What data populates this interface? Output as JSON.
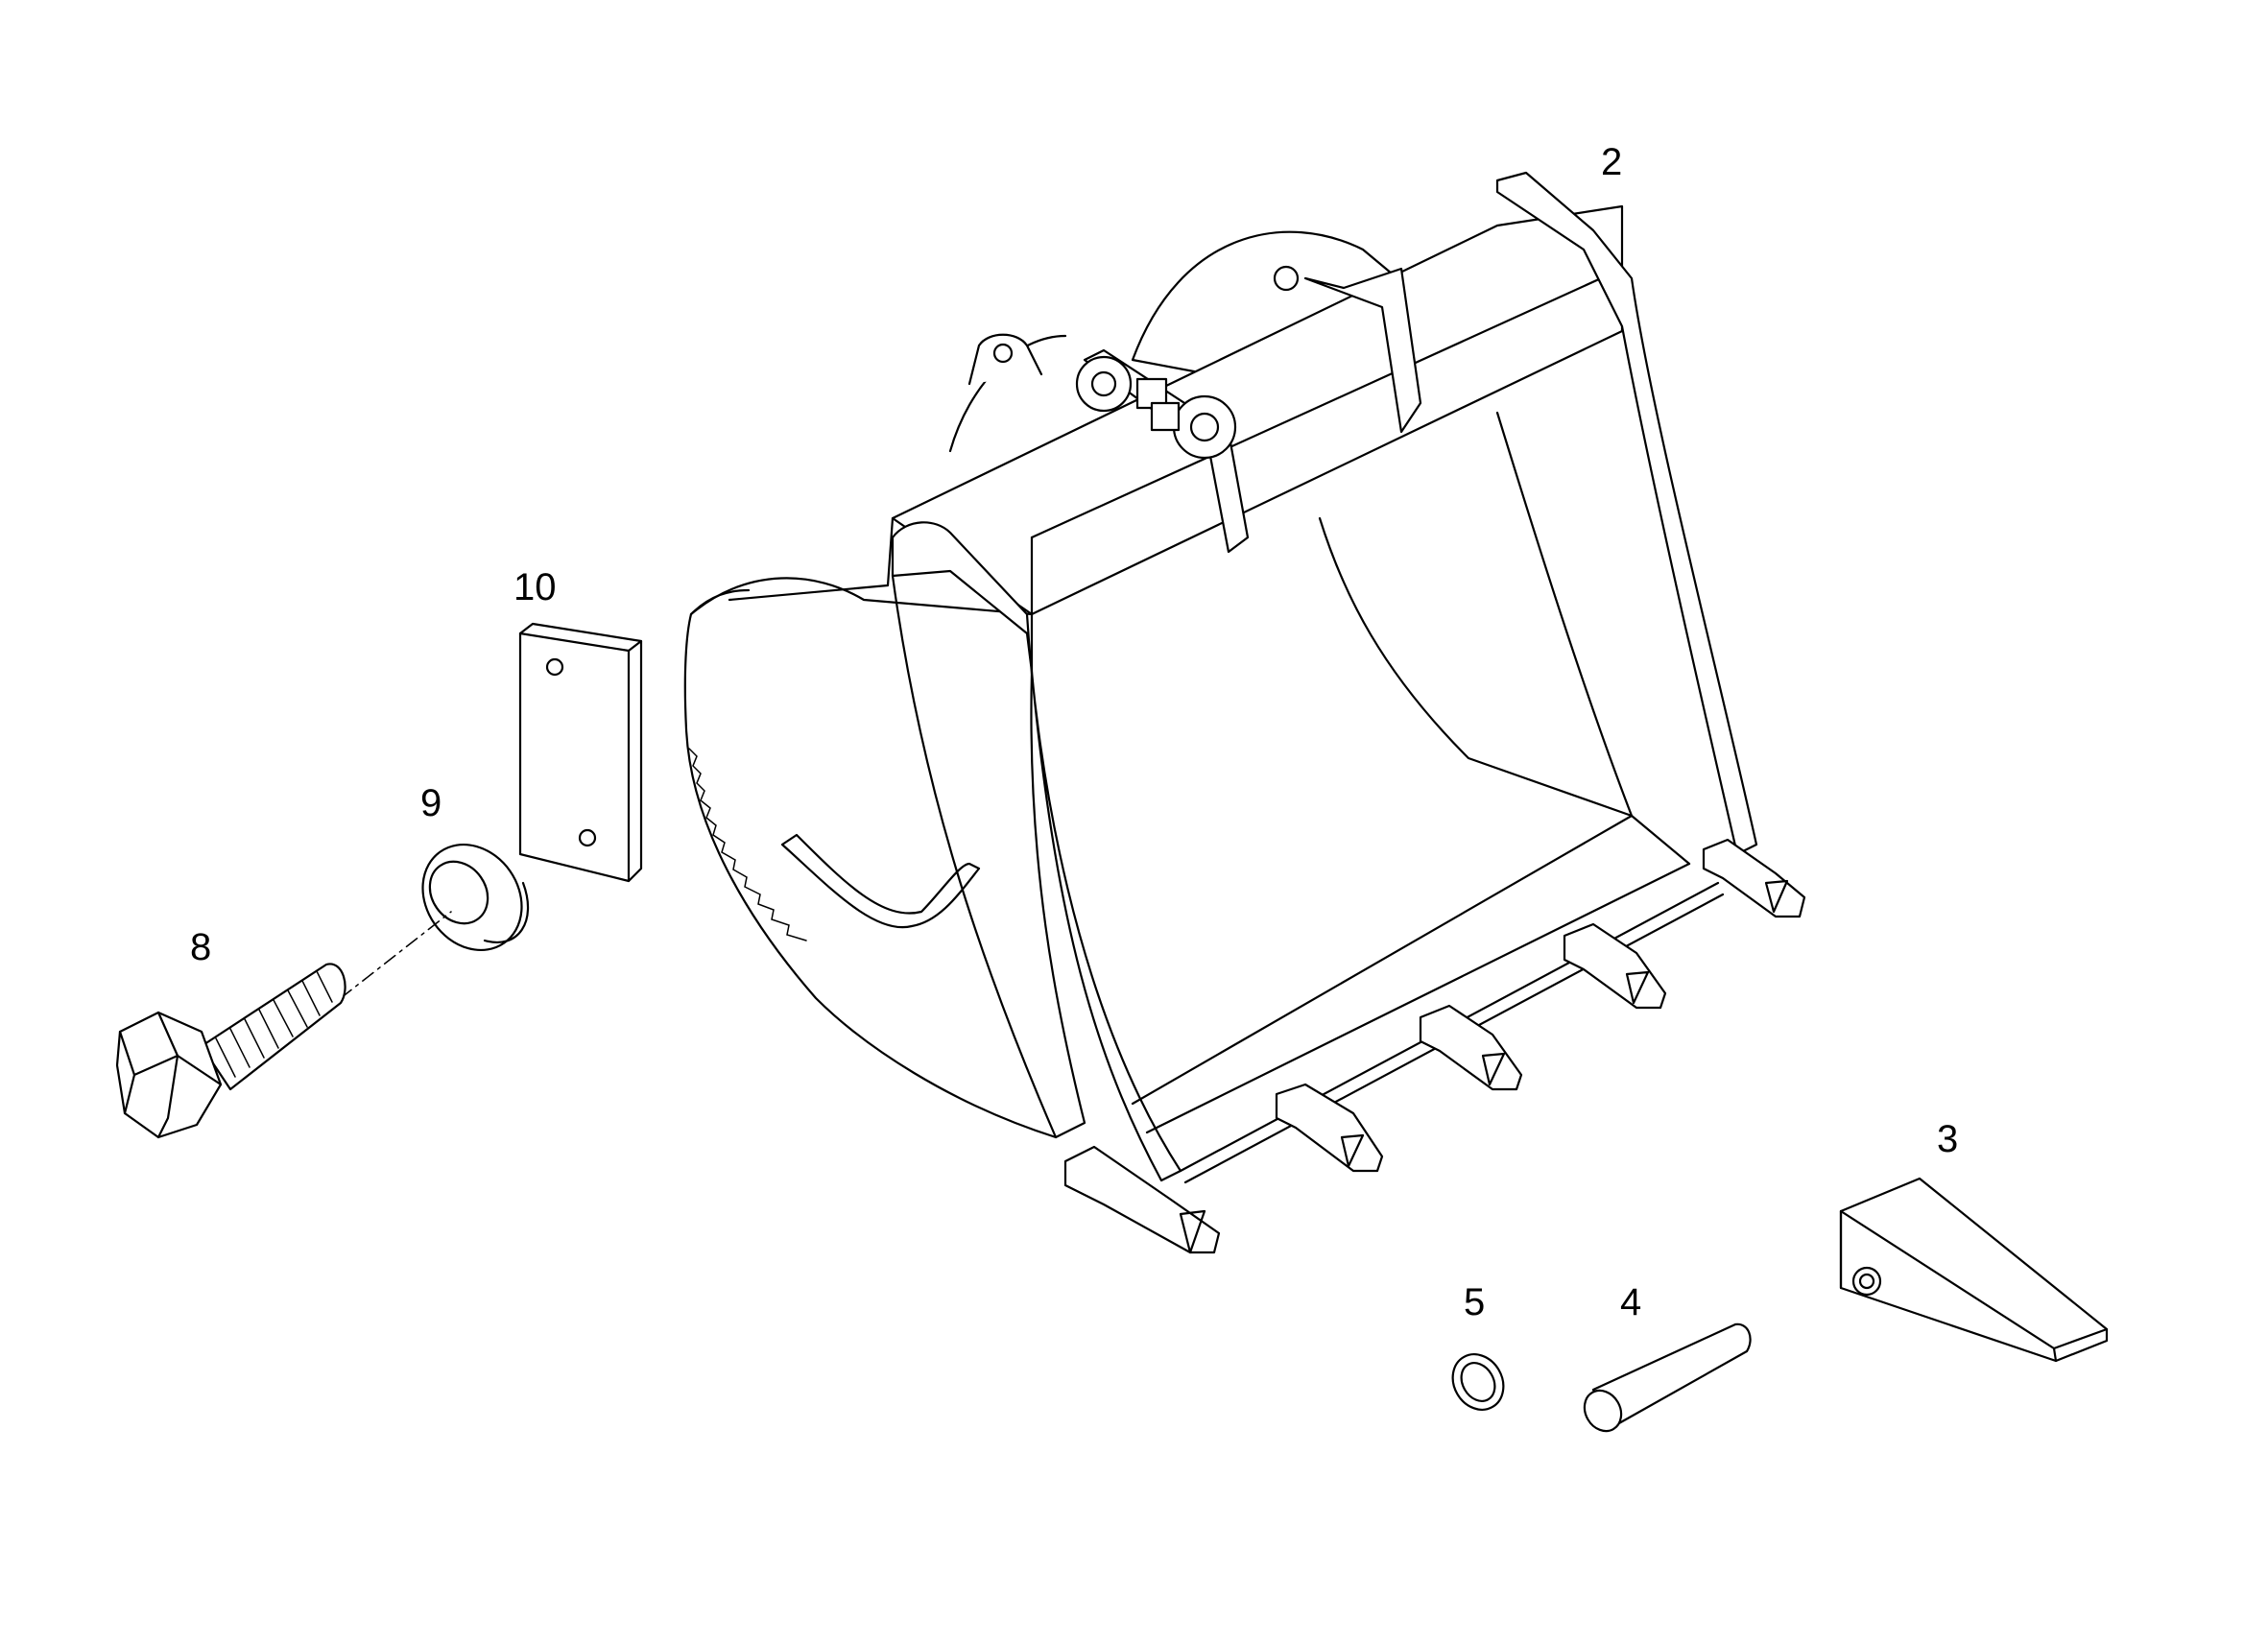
{
  "callouts": {
    "bucket": "2",
    "tooth": "3",
    "pin": "4",
    "retainer": "5",
    "bolt": "8",
    "washer": "9",
    "plate": "10"
  },
  "colors": {
    "line": "#000000",
    "background": "#ffffff"
  }
}
